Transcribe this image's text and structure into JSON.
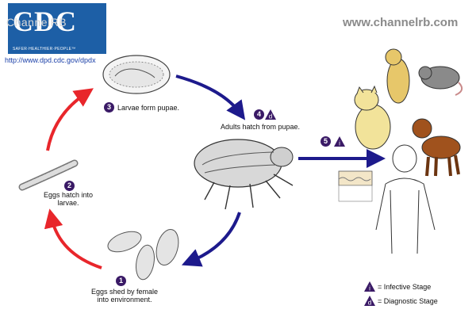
{
  "logo": {
    "text": "CDC",
    "overlay_text": "ChannelRB",
    "tagline": "SAFER·HEALTHIER·PEOPLE™"
  },
  "source_url": "http://www.dpd.cdc.gov/dpdx",
  "watermark": "www.channelrb.com",
  "stages": [
    {
      "number": "3",
      "label": "Larvae form pupae."
    },
    {
      "number": "4",
      "marker": "d",
      "label": "Adults hatch from pupae."
    },
    {
      "number": "2",
      "label": "Eggs hatch into\nlarvae."
    },
    {
      "number": "1",
      "label": "Eggs shed by female\ninto environment."
    },
    {
      "number": "5",
      "marker": "i"
    }
  ],
  "legend": [
    {
      "marker": "i",
      "label": "= Infective Stage"
    },
    {
      "marker": "d",
      "label": "= Diagnostic Stage"
    }
  ],
  "colors": {
    "badge": "#3a1a66",
    "arrow_red": "#e8262b",
    "arrow_blue": "#1d1a8c",
    "logo_blue": "#1d5fa6",
    "cat": "#f2e39a",
    "dog": "#a0521d",
    "rat": "#8a8a8a",
    "prairie_dog": "#e7c76a"
  }
}
